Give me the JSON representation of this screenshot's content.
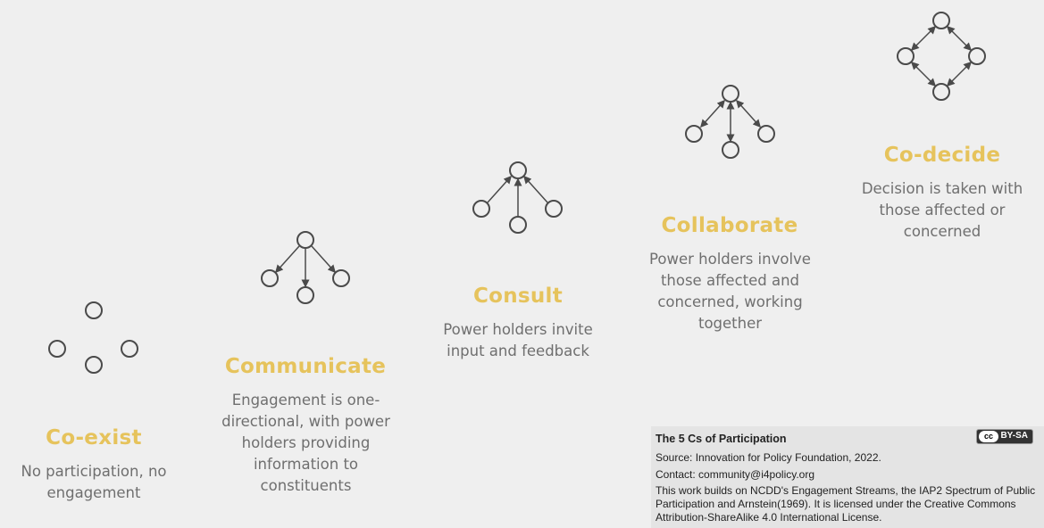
{
  "stages": [
    {
      "title": "Co-exist",
      "description": "No participation, no engagement",
      "network_icon": "four-unconnected-nodes-icon"
    },
    {
      "title": "Communicate",
      "description": "Engagement is one-directional, with power holders providing information to constituents",
      "network_icon": "outward-arrows-tree-icon"
    },
    {
      "title": "Consult",
      "description": "Power holders invite input and feedback",
      "network_icon": "inward-arrows-tree-icon"
    },
    {
      "title": "Collaborate",
      "description": "Power holders involve those affected and concerned, working together",
      "network_icon": "two-way-arrows-tree-icon"
    },
    {
      "title": "Co-decide",
      "description": "Decision is taken with those affected or concerned",
      "network_icon": "diamond-network-icon"
    }
  ],
  "colors": {
    "title_gold": "#e6c35c",
    "description_gray": "#6f6f6f",
    "node_stroke": "#4a4a4a",
    "background": "#efefef"
  },
  "credit": {
    "title": "The 5 Cs of Participation",
    "source": "Source: Innovation for Policy Foundation, 2022.",
    "contact": "Contact: community@i4policy.org",
    "body": "This work builds on NCDD's Engagement Streams, the IAP2 Spectrum of Public Participation and Arnstein(1969). It is licensed under the Creative Commons Attribution-ShareAlike 4.0 International License.",
    "license_badge": {
      "mark": "cc",
      "label": "BY-SA"
    }
  }
}
